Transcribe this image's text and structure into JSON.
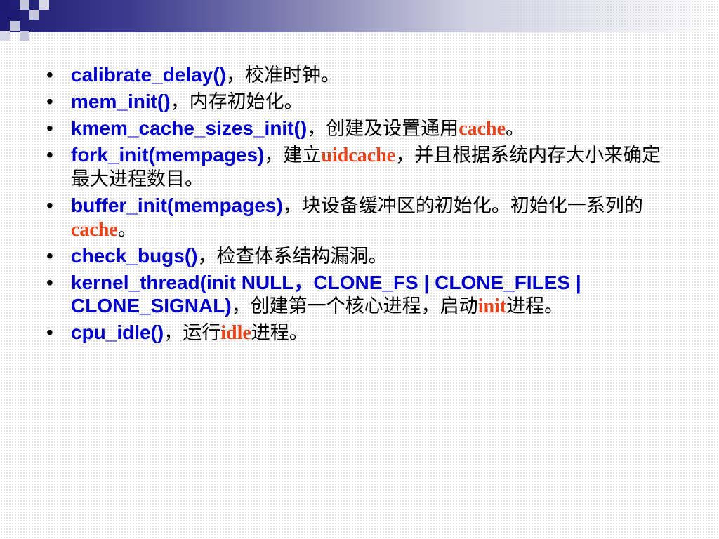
{
  "colors": {
    "function_text": "#0000cc",
    "keyword_text": "#e8431b",
    "body_text": "#000000",
    "header_dark": "#1b1b73"
  },
  "bullets": [
    {
      "func": "calibrate_delay()",
      "desc": "，校准时钟。"
    },
    {
      "func": "mem_init()",
      "desc": "，内存初始化。"
    },
    {
      "func": "kmem_cache_sizes_init()",
      "desc": "，创建及设置通用",
      "kw": "cache",
      "tail": "。"
    },
    {
      "func": "fork_init(mempages)",
      "desc": "，建立",
      "kw": "uidcache",
      "tail": "，并且根据系统内存大小来确定最大进程数目。"
    },
    {
      "func": "buffer_init(mempages)",
      "desc": "，块设备缓冲区的初始化。初始化一系列的",
      "kw": "cache",
      "tail": "。"
    },
    {
      "func": "check_bugs()",
      "desc": "，检查体系结构漏洞。"
    },
    {
      "func": "kernel_thread(init NULL，CLONE_FS | CLONE_FILES | CLONE_SIGNAL)",
      "desc": "，创建第一个核心进程，启动",
      "kw": "init",
      "tail": "进程。"
    },
    {
      "func": "cpu_idle()",
      "desc": "，运行",
      "kw": "idle",
      "tail": "进程。"
    }
  ]
}
